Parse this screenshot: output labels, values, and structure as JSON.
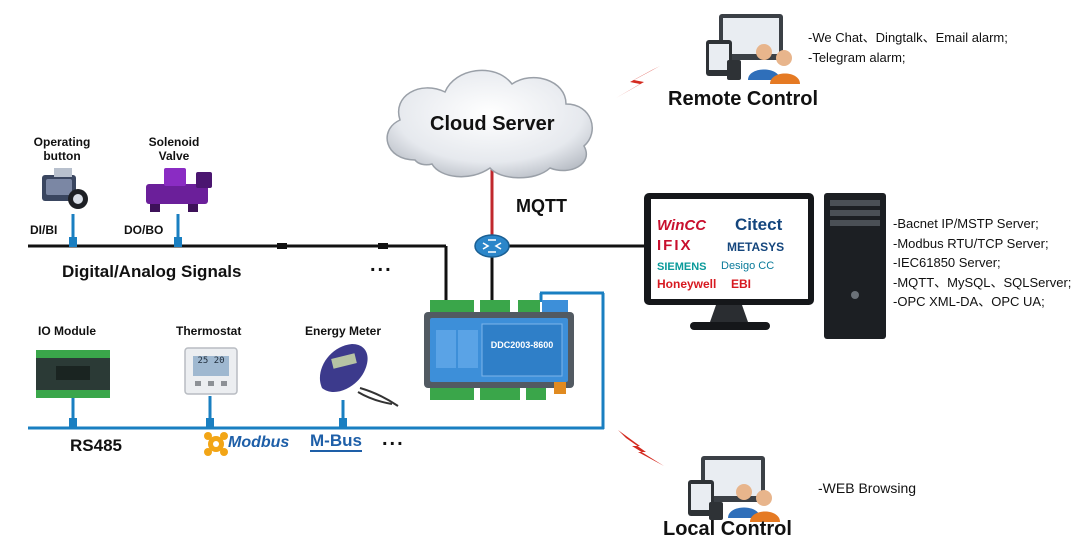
{
  "labels": {
    "operating_button": "Operating\nbutton",
    "solenoid_valve": "Solenoid\nValve",
    "di_bi": "DI/BI",
    "do_bo": "DO/BO",
    "digital_analog": "Digital/Analog Signals",
    "dots_upper": "...",
    "io_module": "IO Module",
    "thermostat": "Thermostat",
    "energy_meter": "Energy Meter",
    "rs485": "RS485",
    "modbus": "Modbus",
    "mbus": "M-Bus",
    "dots_lower": "...",
    "cloud_server": "Cloud Server",
    "mqtt": "MQTT",
    "remote_control": "Remote Control",
    "local_control": "Local Control",
    "device_model": "DDC2003-8600",
    "thermostat_display": "25 20"
  },
  "remote_notes": [
    "-We Chat、Dingtalk、Email alarm;",
    "-Telegram alarm;"
  ],
  "server_notes": [
    "-Bacnet IP/MSTP Server;",
    "-Modbus RTU/TCP Server;",
    "-IEC61850 Server;",
    "-MQTT、MySQL、SQLServer;",
    "-OPC XML-DA、OPC UA;"
  ],
  "local_notes": [
    "-WEB Browsing"
  ],
  "scada_brands": {
    "wincc": "WinCC",
    "citect": "Citect",
    "ifix": "IFIX",
    "metasys": "METASYS",
    "siemens": "SIEMENS",
    "desigo": "Desigo CC",
    "honeywell": "Honeywell",
    "ebi": "EBI"
  },
  "colors": {
    "line_black": "#111111",
    "line_blue": "#1a7fc1",
    "mqtt_red": "#c0282d",
    "lightning": "#d42a1f",
    "device_blue": "#3d8fd9",
    "terminal_green": "#3aa64a"
  }
}
